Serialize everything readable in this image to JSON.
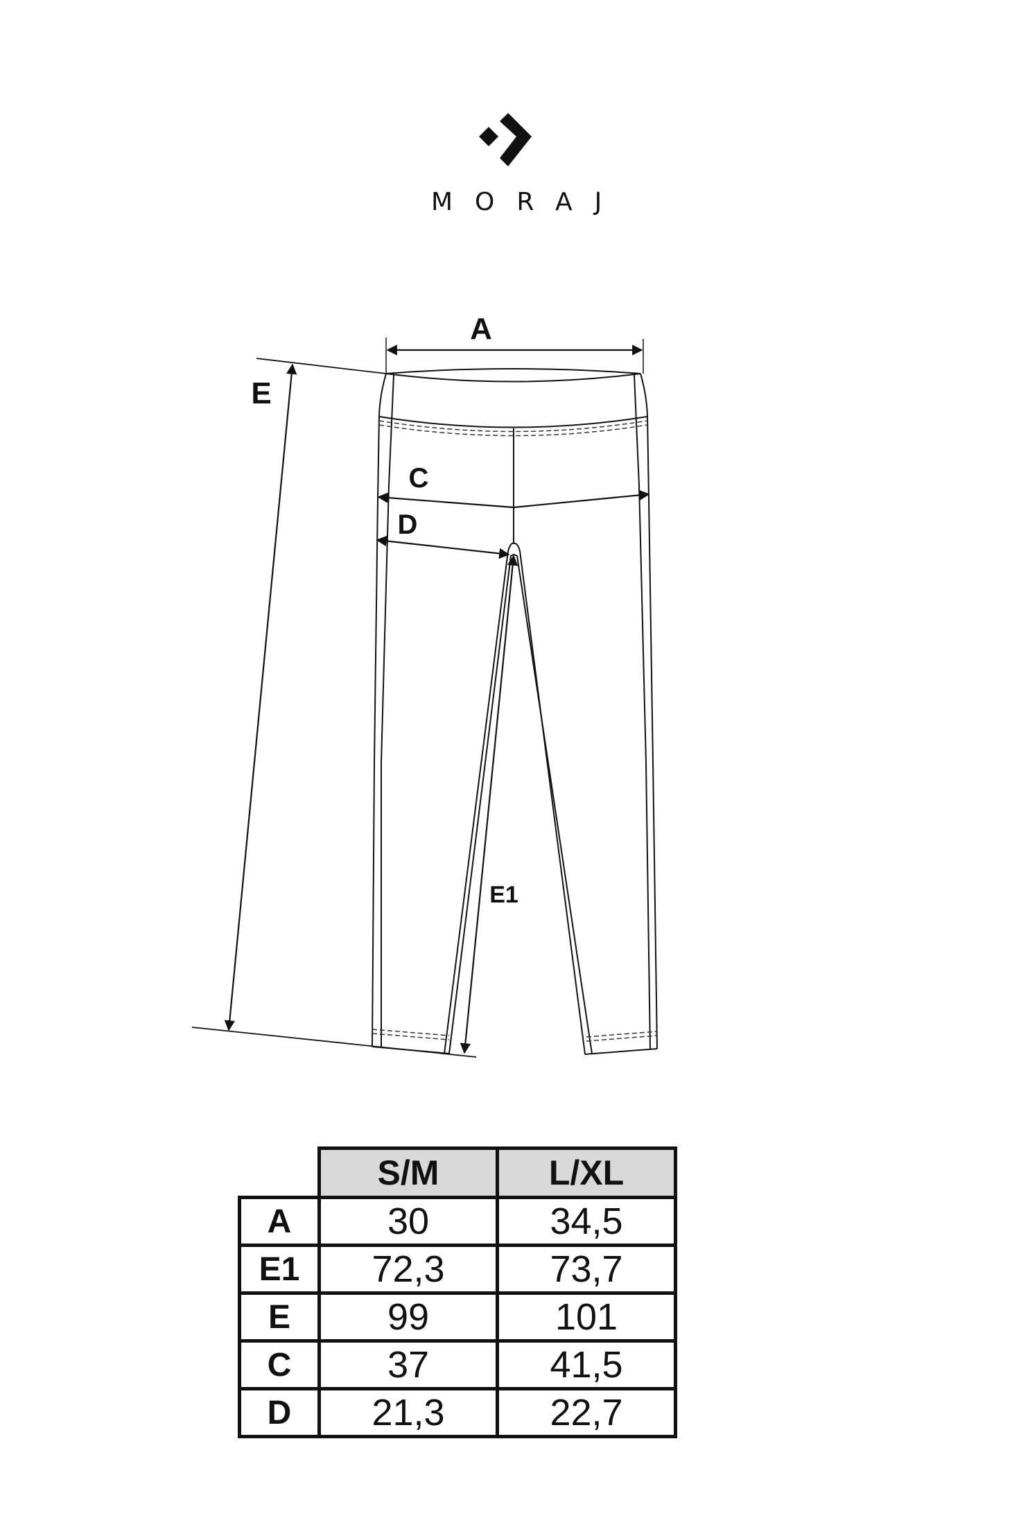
{
  "brand": {
    "name": "MORAJ",
    "logo_icon": "moraj-chevron-logo-icon"
  },
  "diagram": {
    "title": "Leggings measurement diagram",
    "labels": {
      "A": "A",
      "C": "C",
      "D": "D",
      "E": "E",
      "E1": "E1"
    }
  },
  "size_table": {
    "columns": [
      "S/M",
      "L/XL"
    ],
    "rows": [
      {
        "label": "A",
        "values": [
          "30",
          "34,5"
        ]
      },
      {
        "label": "E1",
        "values": [
          "72,3",
          "73,7"
        ]
      },
      {
        "label": "E",
        "values": [
          "99",
          "101"
        ]
      },
      {
        "label": "C",
        "values": [
          "37",
          "41,5"
        ]
      },
      {
        "label": "D",
        "values": [
          "21,3",
          "22,7"
        ]
      }
    ],
    "header_bg": "#d9d9d9",
    "border_color": "#111111"
  }
}
